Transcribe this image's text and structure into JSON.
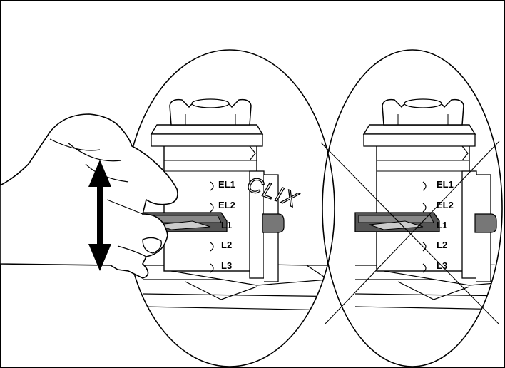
{
  "left_panel": {
    "levels": [
      "EL1",
      "EL2",
      "L1",
      "L2",
      "L3"
    ],
    "sound_text": "CLIX"
  },
  "right_panel": {
    "levels": [
      "EL1",
      "EL2",
      "L1",
      "L2",
      "L3"
    ]
  }
}
